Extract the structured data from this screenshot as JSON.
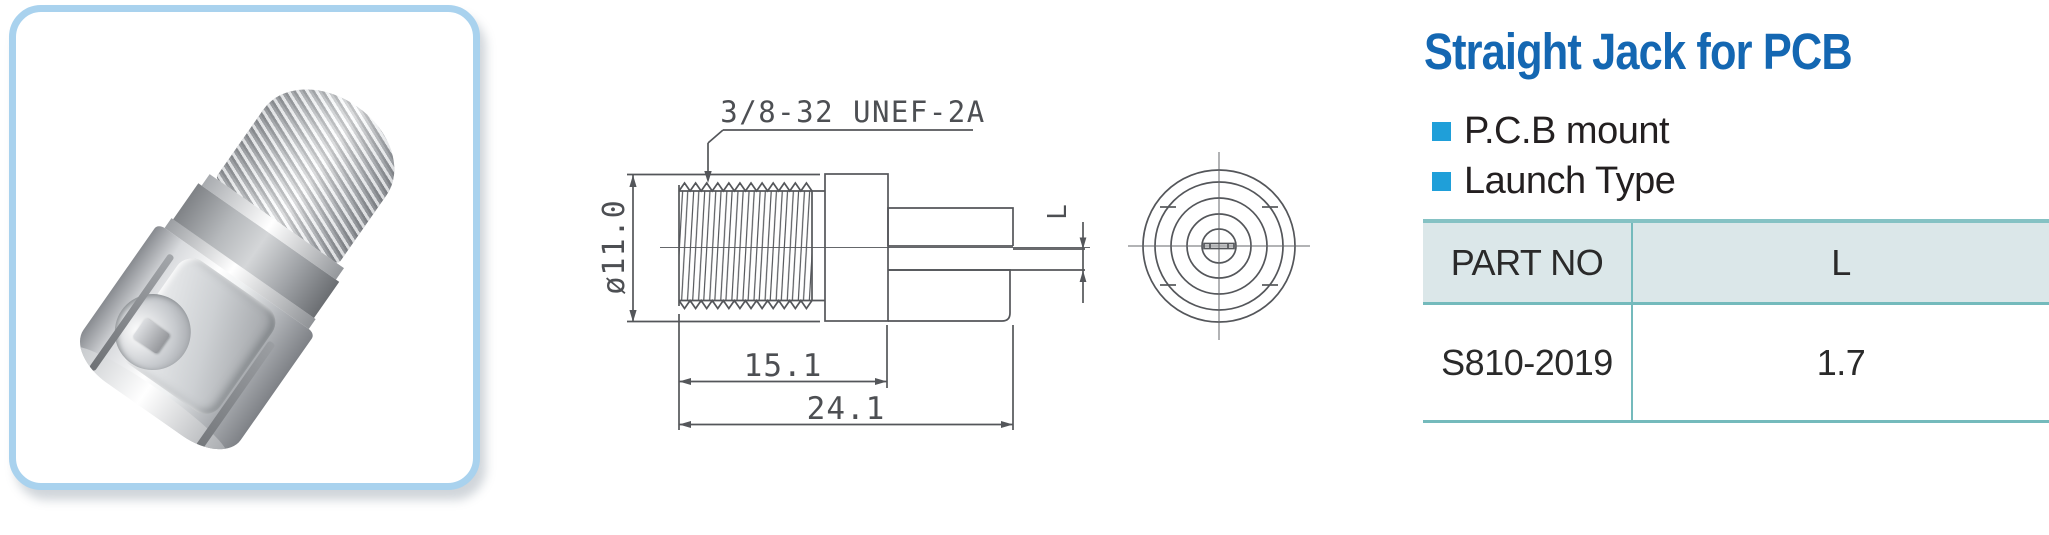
{
  "photo": {
    "description": "silver straight jack coax connector, threaded barrel with slotted PCB-launch body"
  },
  "drawing": {
    "thread_callout": "3/8-32 UNEF-2A",
    "diameter_label": "ø11.0",
    "thread_length_label": "15.1",
    "overall_length_label": "24.1",
    "pin_length_label": "L"
  },
  "panel": {
    "title": "Straight Jack for PCB",
    "features": [
      "P.C.B mount",
      "Launch Type"
    ],
    "table": {
      "columns": [
        "PART NO",
        "L"
      ],
      "rows": [
        {
          "part_no": "S810-2019",
          "l": "1.7"
        }
      ]
    }
  },
  "colors": {
    "title_blue": "#1467b2",
    "bullet_blue": "#1f9fd9",
    "table_border_teal": "#74babc",
    "table_header_bg": "#dbe7e9",
    "photo_frame_blue": "#a9d2ee",
    "drawing_gray": "#4d4f53",
    "text_dark": "#231f20"
  }
}
